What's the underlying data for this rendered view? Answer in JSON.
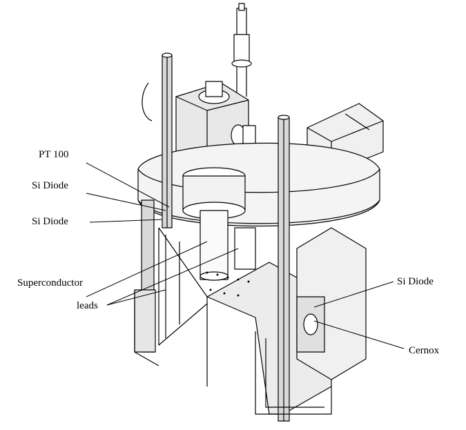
{
  "labels": {
    "pt100": "PT 100",
    "si_diode_1": "Si Diode",
    "si_diode_2": "Si Diode",
    "superconductor_line1": "Superconductor",
    "superconductor_line2": "leads",
    "si_diode_right": "Si Diode",
    "cernox": "Cernox"
  },
  "colors": {
    "line": "#000000",
    "background": "#ffffff",
    "fill_light": "#f2f2f2",
    "fill_mid": "#d9d9d9",
    "fill_dark": "#9a9a9a"
  }
}
